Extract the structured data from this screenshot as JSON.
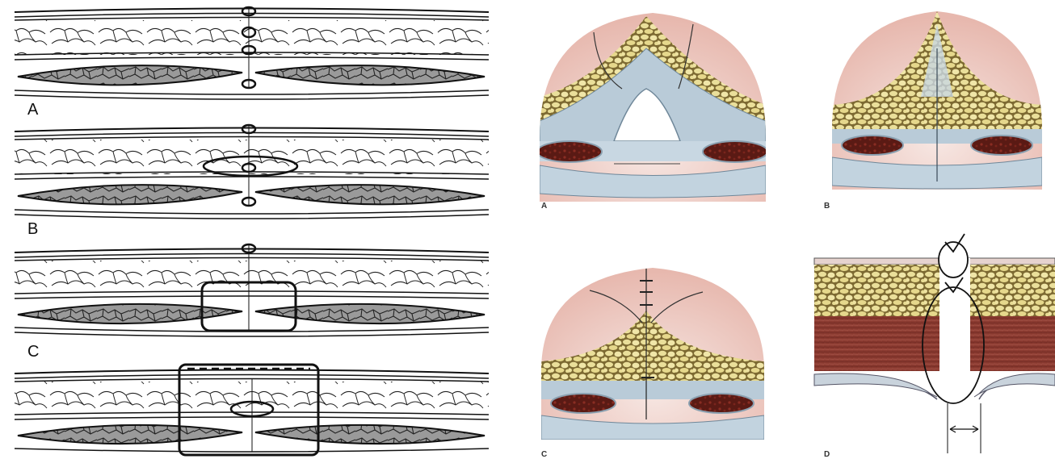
{
  "left_panel": {
    "labels": [
      "A",
      "B",
      "C"
    ]
  },
  "right_panel": {
    "labels": [
      "A",
      "B",
      "C",
      "D"
    ]
  }
}
